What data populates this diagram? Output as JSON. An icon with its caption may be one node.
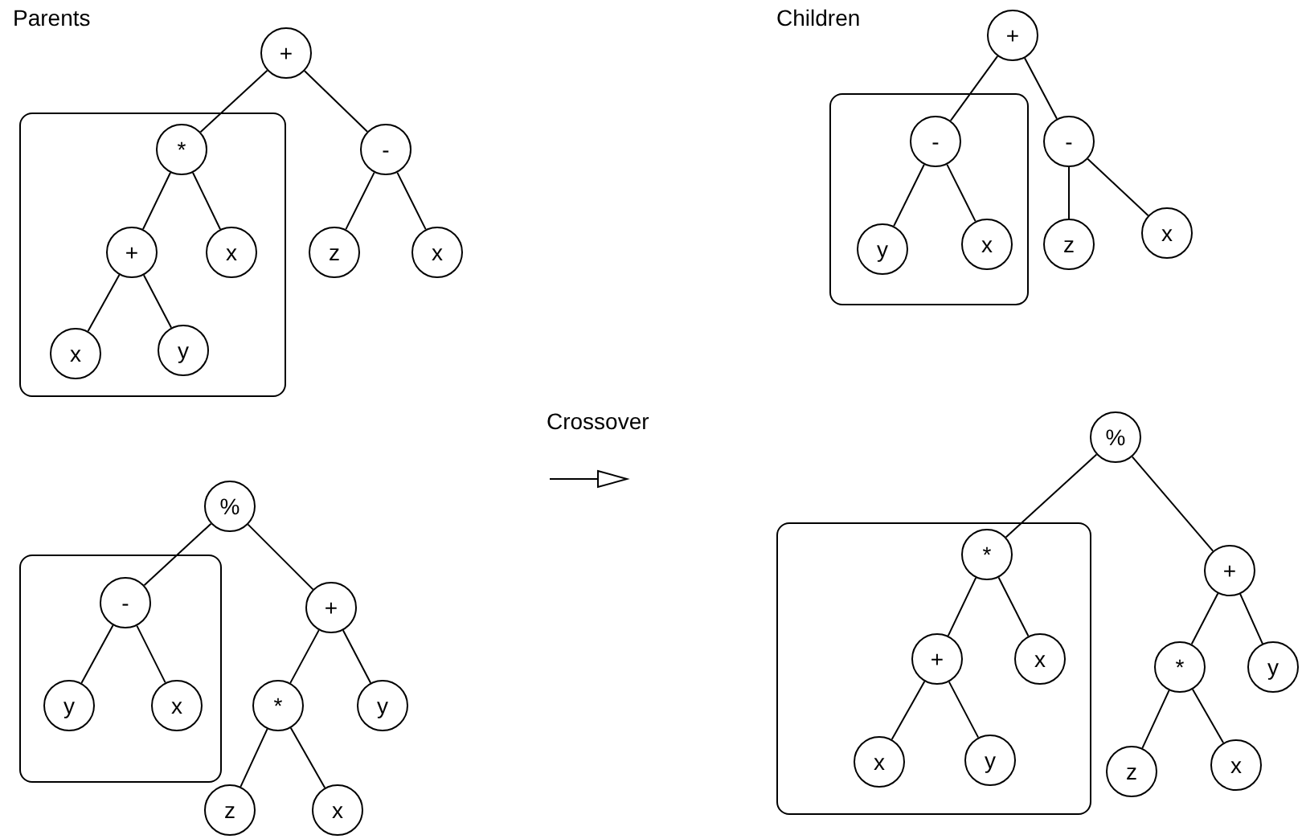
{
  "diagram": {
    "nodes": [
      {
        "text": [
          "+"
        ]
      },
      {
        "text": [],
        "shape": "box"
      },
      {
        "text": [
          "*"
        ],
        "in": 1
      },
      {
        "text": [
          "+"
        ],
        "in": 1
      },
      {
        "text": [
          "x"
        ],
        "in": 1
      },
      {
        "text": [
          "y"
        ],
        "in": 1
      },
      {
        "text": [
          "x"
        ],
        "in": 1
      },
      {
        "text": [
          "-"
        ]
      },
      {
        "text": [
          "z"
        ]
      },
      {
        "text": [
          "x"
        ]
      },
      {
        "text": [
          "%"
        ]
      },
      {
        "text": [],
        "shape": "box"
      },
      {
        "text": [
          "-"
        ],
        "in": 11
      },
      {
        "text": [
          "y"
        ],
        "in": 11
      },
      {
        "text": [
          "x"
        ],
        "in": 11
      },
      {
        "text": [
          "+"
        ]
      },
      {
        "text": [
          "*"
        ]
      },
      {
        "text": [
          "z"
        ]
      },
      {
        "text": [
          "x"
        ]
      },
      {
        "text": [
          "y"
        ]
      },
      {
        "text": [
          "+"
        ]
      },
      {
        "text": [],
        "shape": "box"
      },
      {
        "text": [
          "-"
        ],
        "in": 21
      },
      {
        "text": [
          "y"
        ],
        "in": 21
      },
      {
        "text": [
          "x"
        ],
        "in": 21
      },
      {
        "text": [
          "-"
        ]
      },
      {
        "text": [
          "z"
        ]
      },
      {
        "text": [
          "x"
        ]
      },
      {
        "text": [
          "%"
        ]
      },
      {
        "text": [],
        "shape": "box"
      },
      {
        "text": [
          "*"
        ],
        "in": 29
      },
      {
        "text": [
          "+"
        ],
        "in": 29
      },
      {
        "text": [
          "x"
        ],
        "in": 29
      },
      {
        "text": [
          "y"
        ],
        "in": 29
      },
      {
        "text": [
          "x"
        ],
        "in": 29
      },
      {
        "text": [
          "+"
        ]
      },
      {
        "text": [
          "*"
        ]
      },
      {
        "text": [
          "z"
        ]
      },
      {
        "text": [
          "x"
        ]
      },
      {
        "text": [
          "y"
        ]
      }
    ],
    "edges": [
      {
        "from": 0,
        "to": 2,
        "arrow": "none"
      },
      {
        "from": 0,
        "to": 7,
        "arrow": "none"
      },
      {
        "from": 2,
        "to": 3,
        "arrow": "none"
      },
      {
        "from": 2,
        "to": 6,
        "arrow": "none"
      },
      {
        "from": 3,
        "to": 4,
        "arrow": "none"
      },
      {
        "from": 3,
        "to": 5,
        "arrow": "none"
      },
      {
        "from": 7,
        "to": 8,
        "arrow": "none"
      },
      {
        "from": 7,
        "to": 9,
        "arrow": "none"
      },
      {
        "from": 10,
        "to": 12,
        "arrow": "none"
      },
      {
        "from": 10,
        "to": 15,
        "arrow": "none"
      },
      {
        "from": 12,
        "to": 13,
        "arrow": "none"
      },
      {
        "from": 12,
        "to": 14,
        "arrow": "none"
      },
      {
        "from": 15,
        "to": 16,
        "arrow": "none"
      },
      {
        "from": 15,
        "to": 19,
        "arrow": "none"
      },
      {
        "from": 16,
        "to": 17,
        "arrow": "none"
      },
      {
        "from": 16,
        "to": 18,
        "arrow": "none"
      },
      {
        "from": 20,
        "to": 22,
        "arrow": "none"
      },
      {
        "from": 20,
        "to": 25,
        "arrow": "none"
      },
      {
        "from": 22,
        "to": 23,
        "arrow": "none"
      },
      {
        "from": 22,
        "to": 24,
        "arrow": "none"
      },
      {
        "from": 25,
        "to": 26,
        "arrow": "none"
      },
      {
        "from": 25,
        "to": 27,
        "arrow": "none"
      },
      {
        "from": 28,
        "to": 30,
        "arrow": "none"
      },
      {
        "from": 28,
        "to": 35,
        "arrow": "none"
      },
      {
        "from": 30,
        "to": 31,
        "arrow": "none"
      },
      {
        "from": 30,
        "to": 34,
        "arrow": "none"
      },
      {
        "from": 31,
        "to": 32,
        "arrow": "none"
      },
      {
        "from": 31,
        "to": 33,
        "arrow": "none"
      },
      {
        "from": 35,
        "to": 36,
        "arrow": "none"
      },
      {
        "from": 35,
        "to": 39,
        "arrow": "none"
      },
      {
        "from": 36,
        "to": 37,
        "arrow": "none"
      },
      {
        "from": 36,
        "to": 38,
        "arrow": "none"
      }
    ],
    "labels": [
      "Parents",
      "Children",
      "Crossover"
    ]
  }
}
